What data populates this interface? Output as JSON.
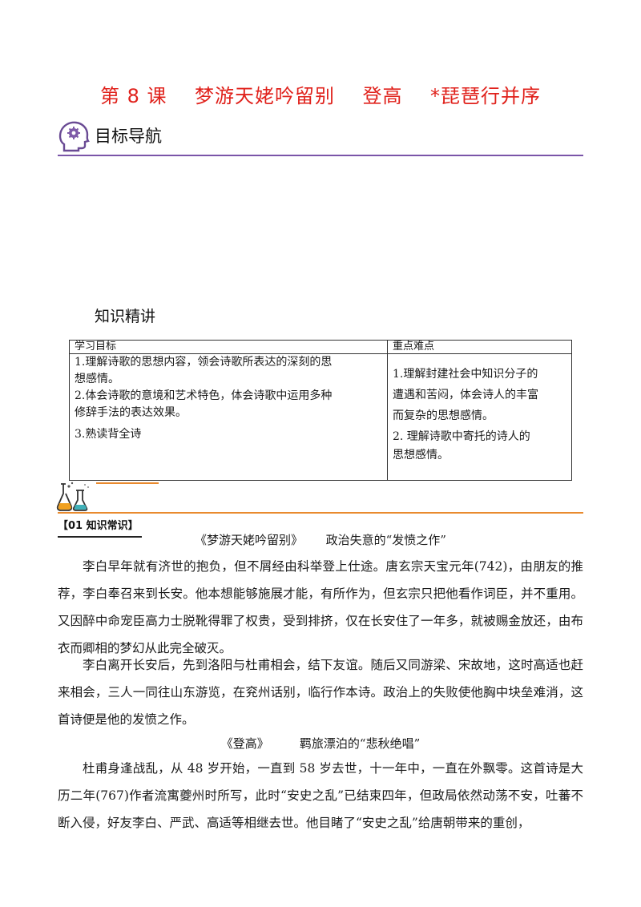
{
  "title": "第 8 课    梦游天姥吟留别    登高    *琵琶行并序",
  "nav": {
    "title": "目标导航",
    "icon": "head-gears-icon"
  },
  "knowledge": {
    "title": "知识精讲"
  },
  "goals_table": {
    "headers": [
      "学习目标",
      "重点难点"
    ],
    "goals": [
      "1.理解诗歌的思想内容，领会诗歌所表达的深刻的思",
      "想感情。",
      "2.体会诗歌的意境和艺术特色，体会诗歌中运用多种",
      "修辞手法的表达效果。",
      "3.熟读背全诗"
    ],
    "key_points": [
      "1.理解封建社会中知识分子的",
      "遭遇和苦闷，体会诗人的丰富",
      "而复杂的思想感情。",
      "2. 理解诗歌中寄托的诗人的",
      "思想感情。"
    ]
  },
  "section": {
    "label": "【01 知识常识】",
    "icon": "lab-flask-icon"
  },
  "sub1": "《梦游天姥吟留别》      政治失意的“发愤之作”",
  "para1": "李白早年就有济世的抱负，但不屑经由科举登上仕途。唐玄宗天宝元年(742)，由朋友的推荐，李白奉召来到长安。他本想能够施展才能，有所作为，但玄宗只把他看作词臣，并不重用。又因醉中命宠臣高力士脱靴得罪了权贵，受到排挤，仅在长安住了一年多，就被赐金放还，由布衣而卿相的梦幻从此完全破灭。",
  "para2": "李白离开长安后，先到洛阳与杜甫相会，结下友谊。随后又同游梁、宋故地，这时高适也赶来相会，三人一同往山东游览，在兖州话别，临行作本诗。政治上的失败使他胸中块垒难消，这首诗便是他的发愤之作。",
  "sub2": "《登高》        羁旅漂泊的“悲秋绝唱”",
  "para3": "杜甫身逢战乱，从 48 岁开始，一直到 58 岁去世，十一年中，一直在外飘零。这首诗是大历二年(767)作者流寓夔州时所写，此时“安史之乱”已结束四年，但政局依然动荡不安，吐蕃不断入侵，好友李白、严武、高适等相继去世。他目睹了“安史之乱”给唐朝带来的重创，"
}
